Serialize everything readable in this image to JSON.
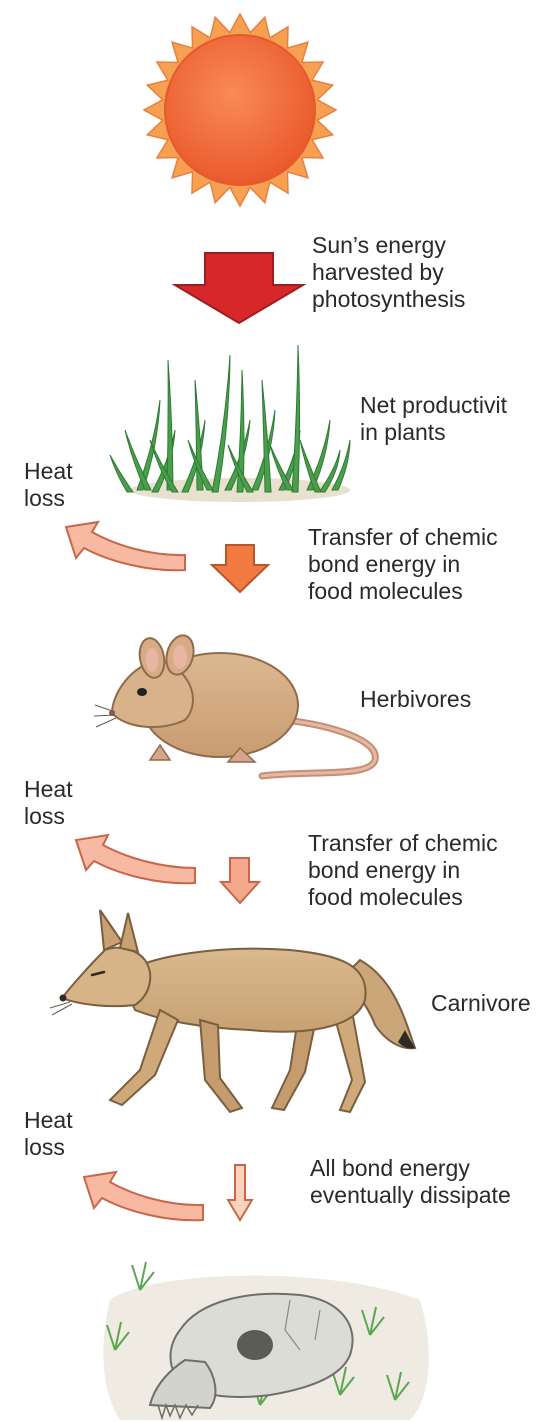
{
  "colors": {
    "sun_core": "#f26b3a",
    "sun_rays": "#f7a052",
    "arrow_big": "#d9262a",
    "arrow_medium": "#f07a3f",
    "arrow_light": "#f5a98c",
    "arrow_pale": "#fad3bd",
    "heat_arrow_fill": "#f8b9a3",
    "heat_arrow_stroke": "#c8664c",
    "grass": "#4aa04a",
    "mouse": "#d8b28a",
    "fox": "#d6b487",
    "skull": "#d9d9d4"
  },
  "labels": {
    "sun_energy": "Sun’s energy\nharvested by\nphotosynthesis",
    "net_productivity": "Net productivit\nin plants",
    "transfer_1": "Transfer of chemic\nbond energy in\nfood molecules",
    "herbivores": "Herbivores",
    "transfer_2": "Transfer of chemic\nbond energy in\nfood molecules",
    "carnivores": "Carnivore",
    "dissipation": "All bond energy\neventually dissipate",
    "heat_loss_1": "Heat\nloss",
    "heat_loss_2": "Heat\nloss",
    "heat_loss_3": "Heat\nloss"
  },
  "icons": {
    "sun": "sun-icon",
    "plants": "grass-icon",
    "herbivore": "mouse-icon",
    "carnivore": "fox-icon",
    "remains": "skull-icon"
  }
}
